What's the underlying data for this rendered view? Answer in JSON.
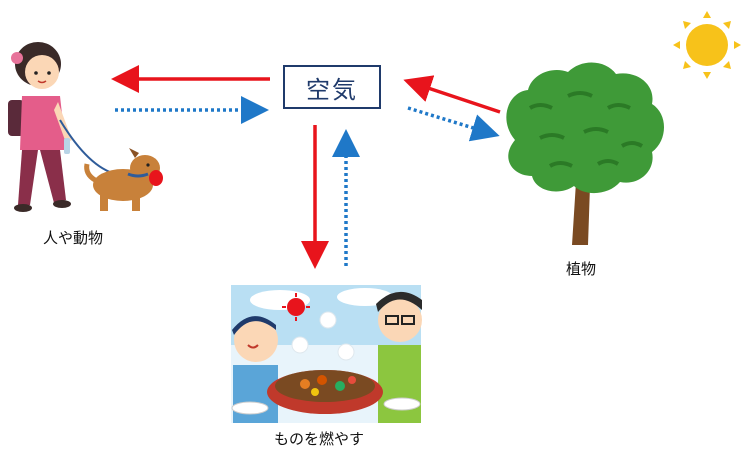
{
  "center": {
    "label": "空気"
  },
  "nodes": {
    "people": {
      "label": "人や動物"
    },
    "plant": {
      "label": "植物"
    },
    "burning": {
      "label": "ものを燃やす"
    }
  },
  "colors": {
    "solid_arrow": "#e8141c",
    "dotted_arrow": "#1f78c8",
    "box_border": "#1f3a6b",
    "sun": "#f7c21a",
    "tree": "#3f9a38",
    "trunk": "#7a4a22"
  },
  "icons": [
    "person-walking-dog-icon",
    "tree-icon",
    "sun-icon",
    "barbecue-scene-icon"
  ]
}
